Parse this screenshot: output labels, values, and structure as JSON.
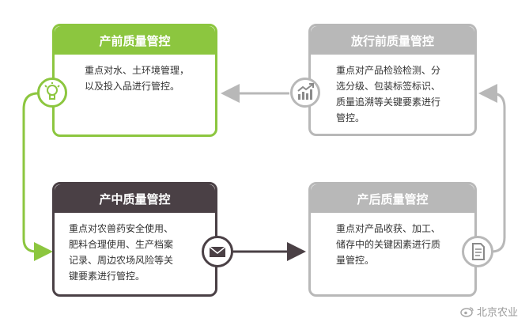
{
  "stages": {
    "pre": {
      "title": "产前质量管控",
      "lines": [
        "重点对水、土环境管理，",
        "以及投入品进行管控。"
      ],
      "icon": "lightbulb-icon"
    },
    "release": {
      "title": "放行前质量管控",
      "lines": [
        "重点对产品检验检测、分",
        "选分级、包装标签标识、",
        "质量追溯等关键要素进行",
        "管控。"
      ],
      "icon": "chart-growth-icon"
    },
    "mid": {
      "title": "产中质量管控",
      "lines": [
        "重点对农兽药安全使用、",
        "肥料合理使用、生产档案",
        "记录、周边农场风险等关",
        "键要素进行管控。"
      ],
      "icon": "envelope-icon"
    },
    "post": {
      "title": "产后质量管控",
      "lines": [
        "重点对产品收获、加工、",
        "储存中的关键因素进行质",
        "量管控。"
      ],
      "icon": "document-icon"
    }
  },
  "watermark": "北京农业",
  "colors": {
    "green": "#8cc63f",
    "gray": "#b8b8b8",
    "dark": "#4a4045"
  }
}
